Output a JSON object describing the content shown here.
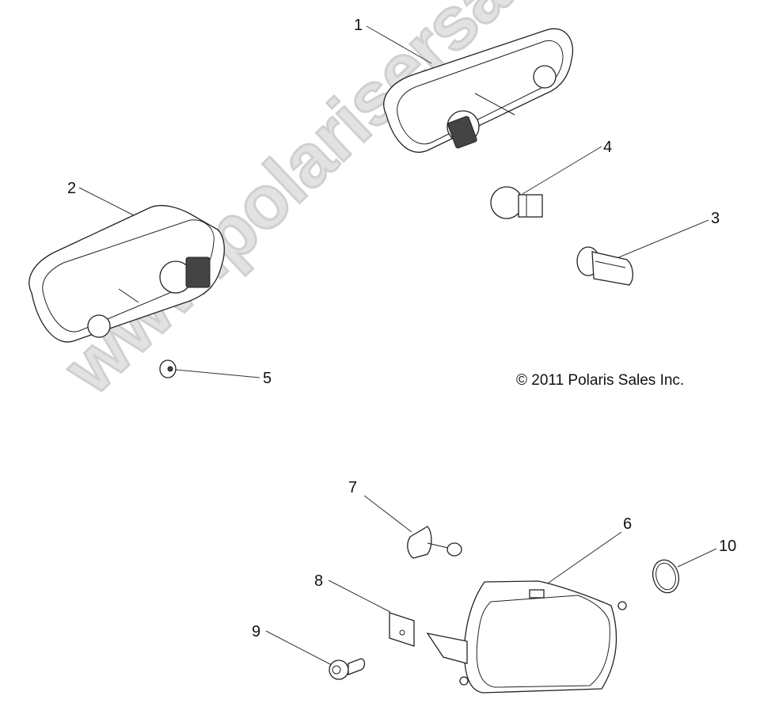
{
  "diagram": {
    "type": "exploded parts diagram",
    "copyright": "© 2011 Polaris Sales Inc.",
    "watermark": "www.polarisersatzteile.de",
    "callouts": [
      {
        "label": "1",
        "part": "tail-light-assembly-upper"
      },
      {
        "label": "2",
        "part": "tail-light-assembly-left"
      },
      {
        "label": "3",
        "part": "bulb-socket"
      },
      {
        "label": "4",
        "part": "bulb"
      },
      {
        "label": "5",
        "part": "nut"
      },
      {
        "label": "6",
        "part": "headlight-assembly"
      },
      {
        "label": "7",
        "part": "headlight-bulb"
      },
      {
        "label": "8",
        "part": "clip-nut"
      },
      {
        "label": "9",
        "part": "screw"
      },
      {
        "label": "10",
        "part": "seal-ring"
      }
    ]
  }
}
